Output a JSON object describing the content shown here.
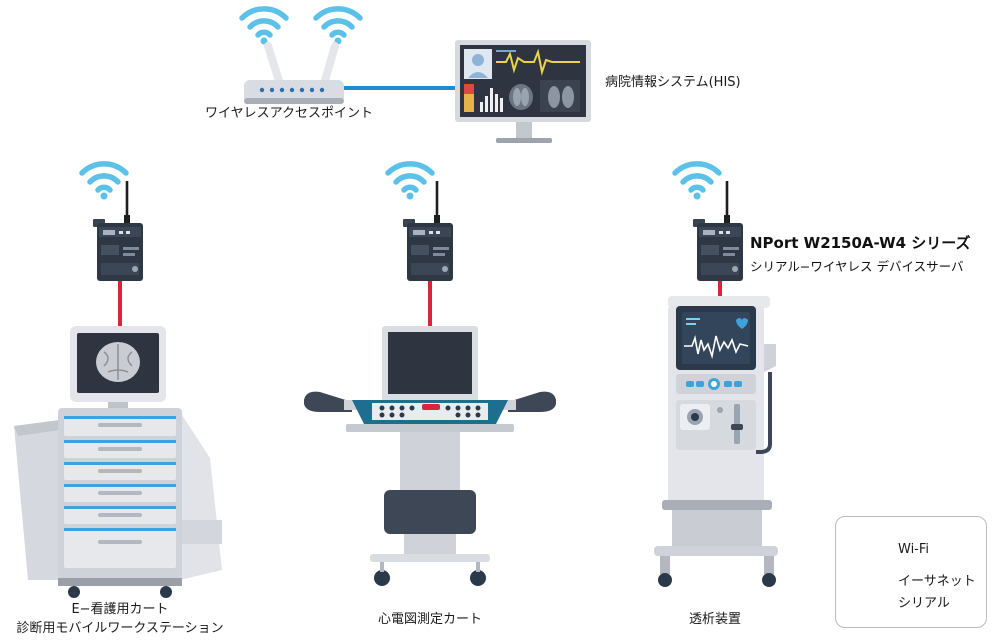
{
  "labels": {
    "access_point": "ワイヤレスアクセスポイント",
    "his": "病院情報システム(HIS)",
    "cart_line1": "E−看護用カート",
    "cart_line2": "診断用モバイルワークステーション",
    "ecg_cart": "心電図測定カート",
    "dialysis": "透析装置"
  },
  "product": {
    "title": "NPort W2150A-W4 シリーズ",
    "subtitle": "シリアル−ワイヤレス デバイスサーバ"
  },
  "legend": {
    "wifi": "Wi-Fi",
    "ethernet": "イーサネット",
    "serial": "シリアル"
  },
  "colors": {
    "wifi": "#5cc1e8",
    "ethernet": "#1e8ad1",
    "serial": "#d9243a",
    "device_gray": "#cfd2d8",
    "dark_navy": "#2b3a4b"
  }
}
